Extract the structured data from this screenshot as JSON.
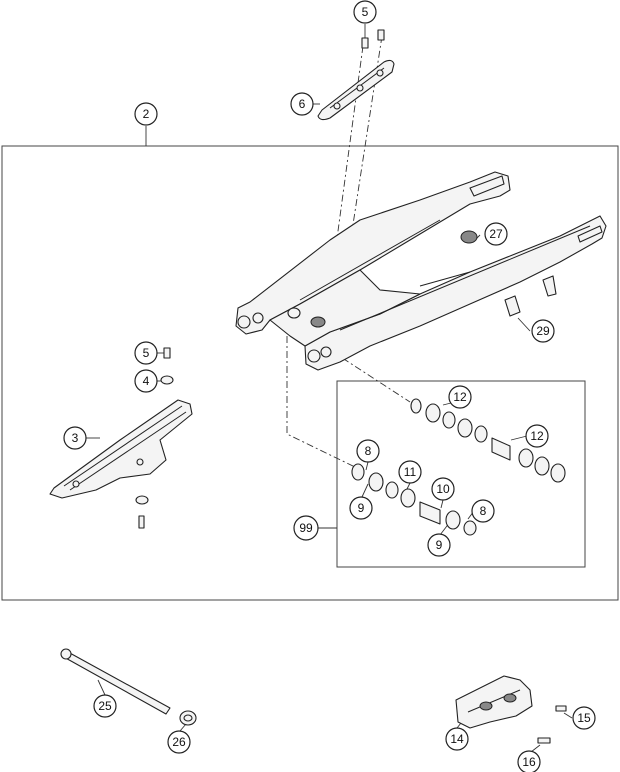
{
  "callouts": [
    {
      "id": "c2",
      "label": "2"
    },
    {
      "id": "c3",
      "label": "3"
    },
    {
      "id": "c4",
      "label": "4"
    },
    {
      "id": "c5a",
      "label": "5"
    },
    {
      "id": "c5b",
      "label": "5"
    },
    {
      "id": "c6",
      "label": "6"
    },
    {
      "id": "c8a",
      "label": "8"
    },
    {
      "id": "c8b",
      "label": "8"
    },
    {
      "id": "c9a",
      "label": "9"
    },
    {
      "id": "c9b",
      "label": "9"
    },
    {
      "id": "c10",
      "label": "10"
    },
    {
      "id": "c11",
      "label": "11"
    },
    {
      "id": "c12a",
      "label": "12"
    },
    {
      "id": "c12b",
      "label": "12"
    },
    {
      "id": "c14",
      "label": "14"
    },
    {
      "id": "c15",
      "label": "15"
    },
    {
      "id": "c16",
      "label": "16"
    },
    {
      "id": "c25",
      "label": "25"
    },
    {
      "id": "c26",
      "label": "26"
    },
    {
      "id": "c27",
      "label": "27"
    },
    {
      "id": "c29",
      "label": "29"
    },
    {
      "id": "c99",
      "label": "99"
    }
  ]
}
